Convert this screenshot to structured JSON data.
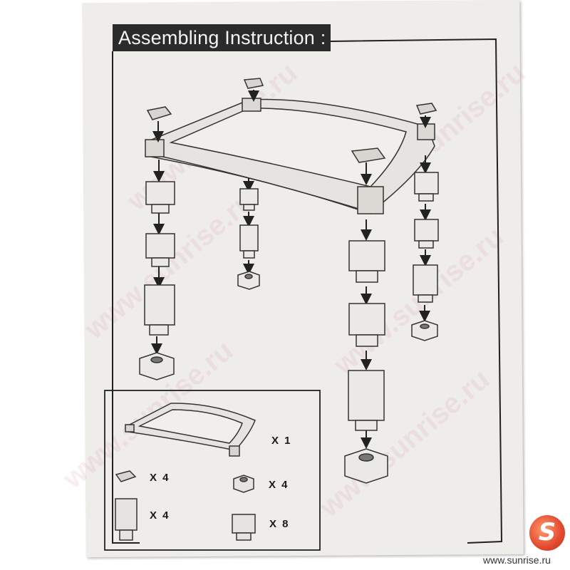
{
  "title": "Assembling Instruction :",
  "parts": [
    {
      "icon": "shelf-panel-icon",
      "qty": "X 1"
    },
    {
      "icon": "cap-icon",
      "qty": "X 4"
    },
    {
      "icon": "base-foot-icon",
      "qty": "X 4"
    },
    {
      "icon": "tall-leg-segment-icon",
      "qty": "X 4"
    },
    {
      "icon": "short-leg-segment-icon",
      "qty": "X 8"
    }
  ],
  "watermark": "www.sunrise.ru",
  "logo_letter": "S",
  "site": "www.sunrise.ru"
}
